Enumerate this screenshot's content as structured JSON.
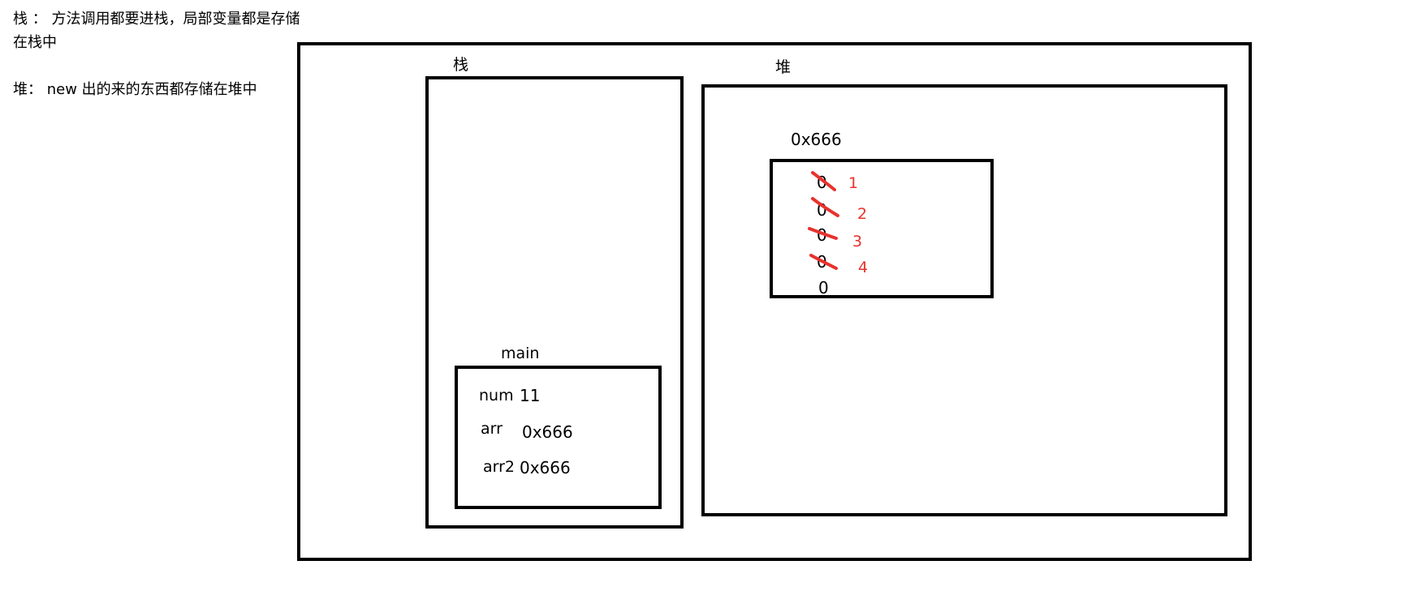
{
  "notes": {
    "stack_line1": "栈 ： 方法调用都要进栈，局部变量都是存储",
    "stack_line2": "在栈中",
    "heap_line": "堆： new 出的来的东西都存储在堆中"
  },
  "stack": {
    "label": "栈",
    "frame": {
      "label": "main",
      "vars": [
        {
          "name": "num",
          "value": "11"
        },
        {
          "name": "arr",
          "value": "0x666"
        },
        {
          "name": "arr2",
          "value": "0x666"
        }
      ]
    }
  },
  "heap": {
    "label": "堆",
    "array": {
      "address": "0x666",
      "cells": [
        {
          "old": "0",
          "new": "1"
        },
        {
          "old": "0",
          "new": "2"
        },
        {
          "old": "0",
          "new": "3"
        },
        {
          "old": "0",
          "new": "4"
        },
        {
          "old": "0",
          "new": ""
        }
      ]
    }
  },
  "colors": {
    "outline": "#000000",
    "annotation": "#e8322d"
  }
}
